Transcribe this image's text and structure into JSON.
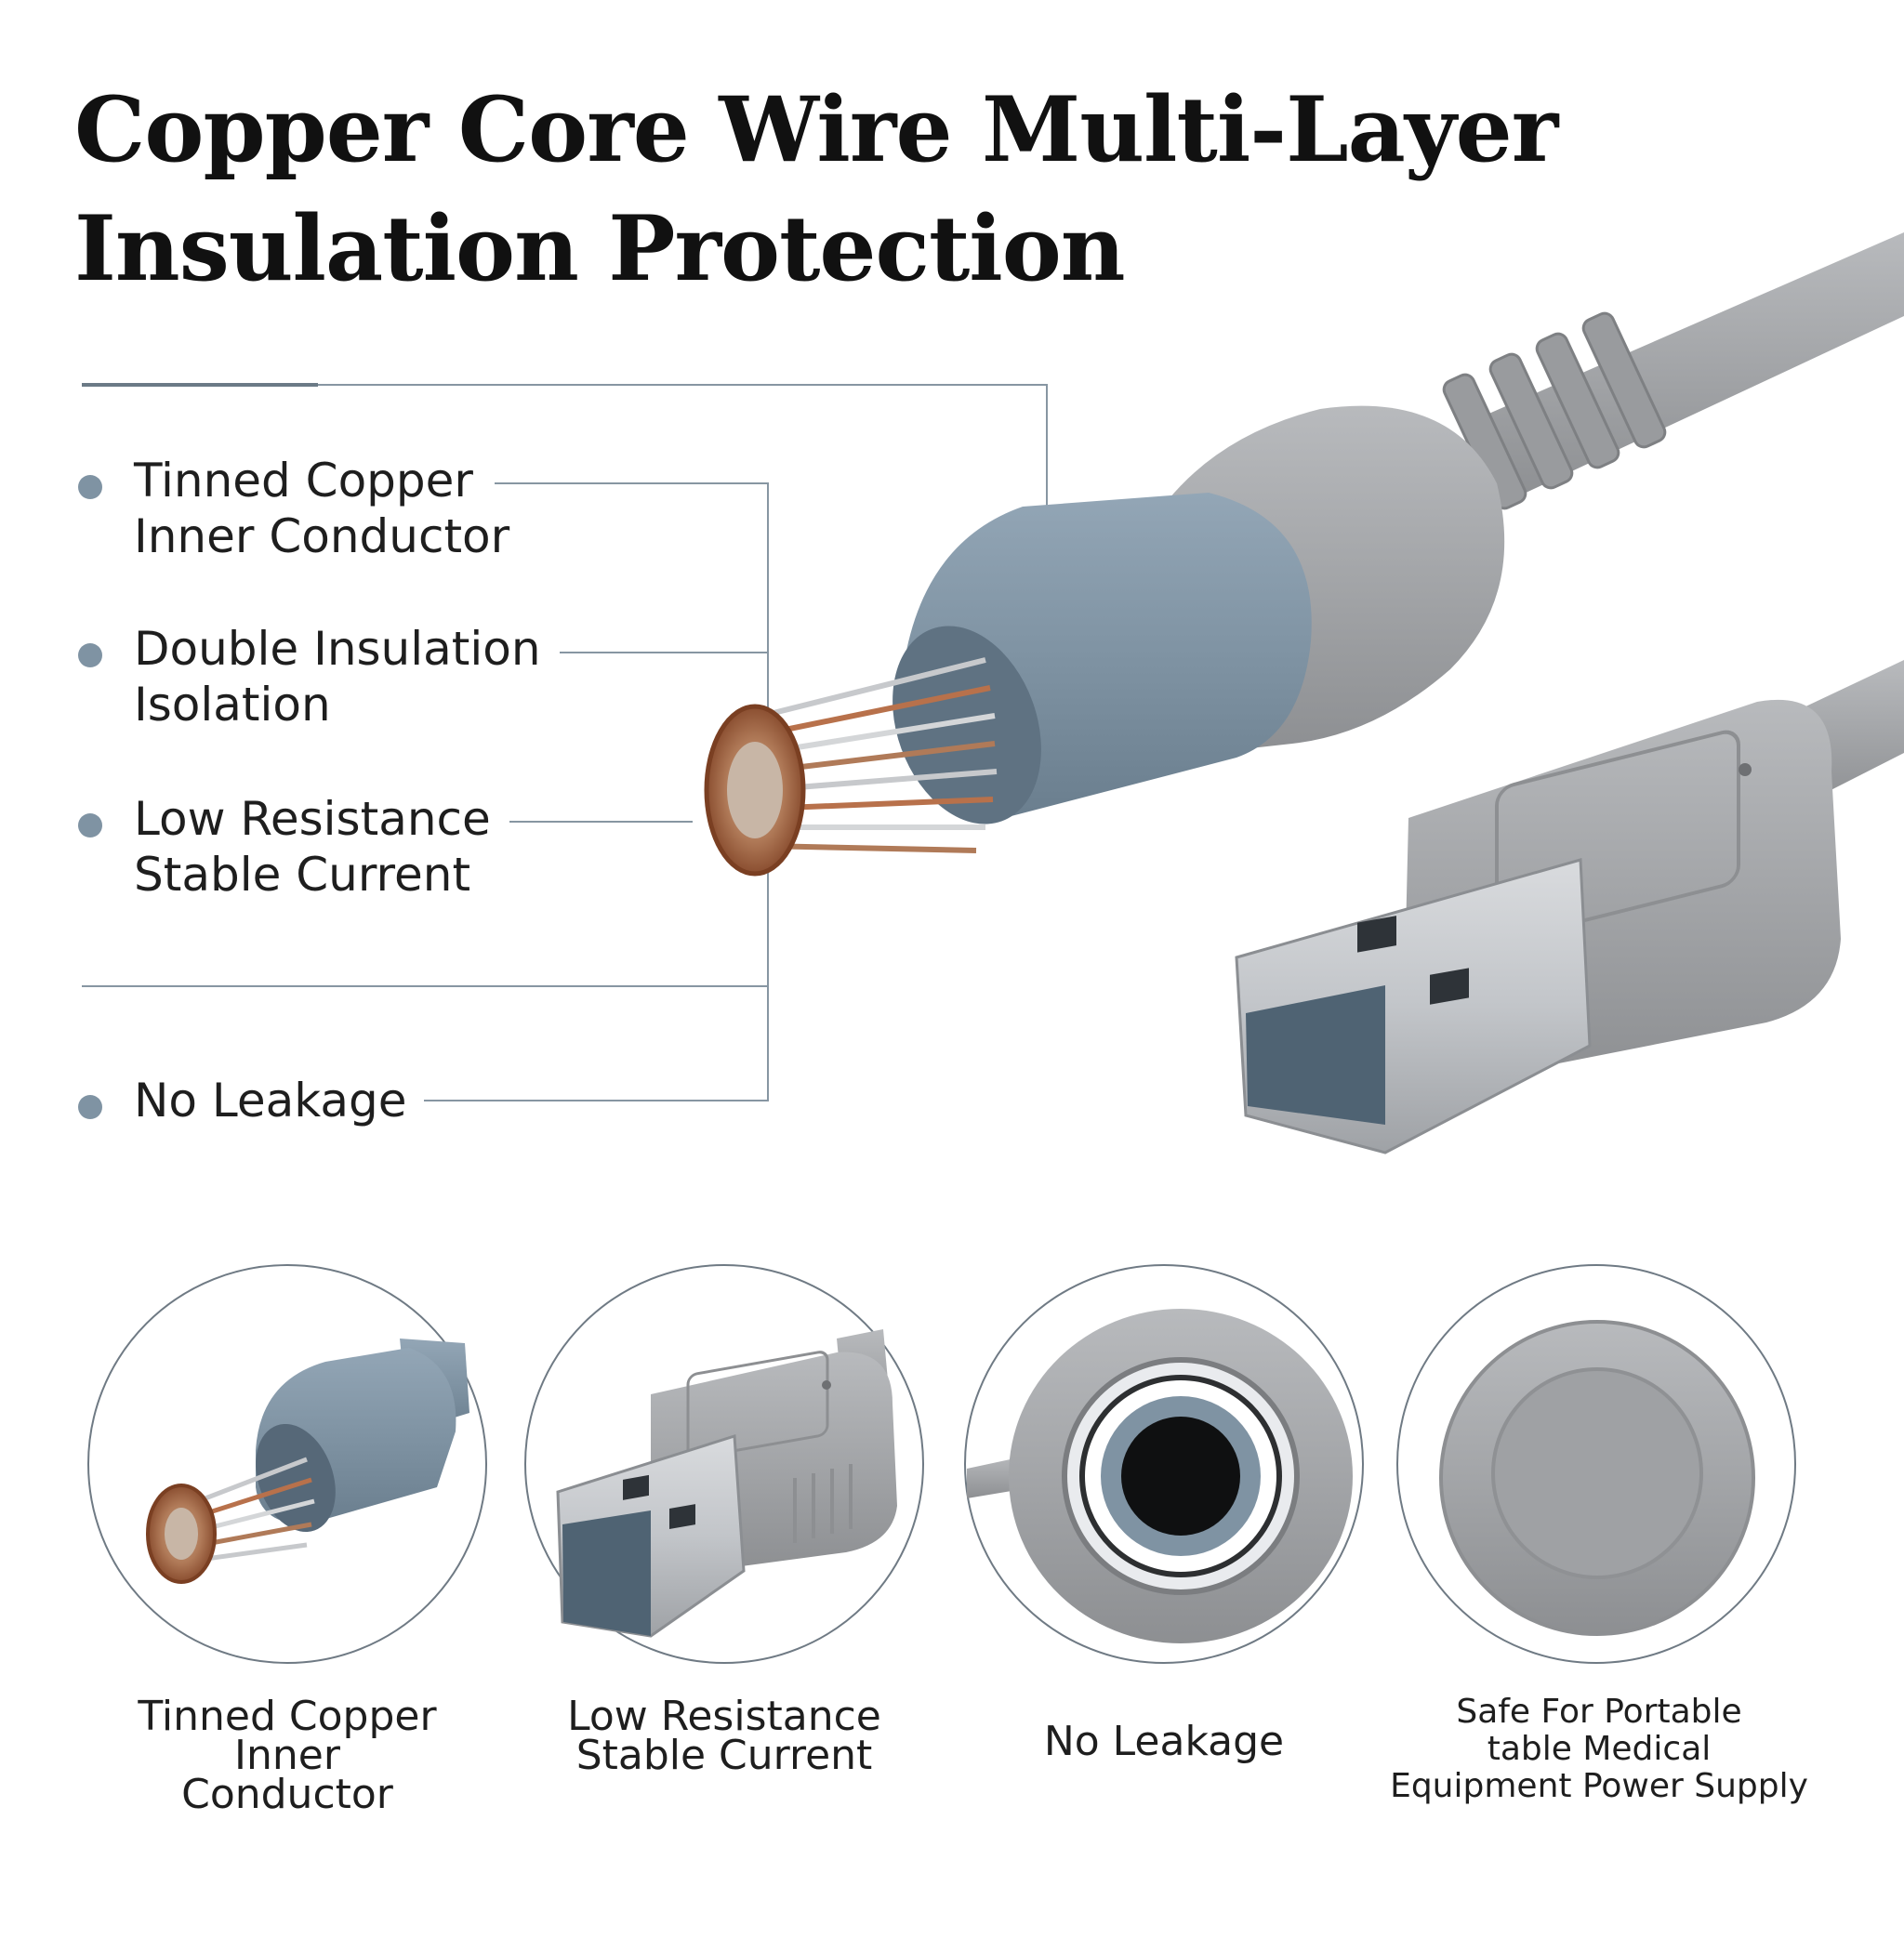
{
  "title": {
    "line1": "Copper Core Wire Multi-Layer",
    "line2": "Insulation Protection"
  },
  "features": [
    {
      "line1": "Tinned Copper",
      "line2": "Inner Conductor"
    },
    {
      "line1": "Double Insulation",
      "line2": "Isolation"
    },
    {
      "line1": "Low Resistance",
      "line2": "Stable Current"
    },
    {
      "line1": "No Leakage",
      "line2": ""
    }
  ],
  "circles": [
    {
      "lines": [
        "Tinned Copper",
        "Inner",
        "Conductor"
      ],
      "icon": "copper-core-closeup"
    },
    {
      "lines": [
        "Low Resistance",
        "Stable Current"
      ],
      "icon": "usb-plug-closeup"
    },
    {
      "lines": [
        "No Leakage"
      ],
      "icon": "insulation-cross-section"
    },
    {
      "lines": [
        "Safe For Portable",
        "table Medical",
        "Equipment Power Supply"
      ],
      "icon": "cable-end-cap"
    }
  ],
  "colors": {
    "jacket_gray": "#a3a5a8",
    "sleeve_blue": "#7f93a3",
    "copper": "#b8714b",
    "accent_dot": "#7f93a3",
    "line": "#6b7a86"
  }
}
